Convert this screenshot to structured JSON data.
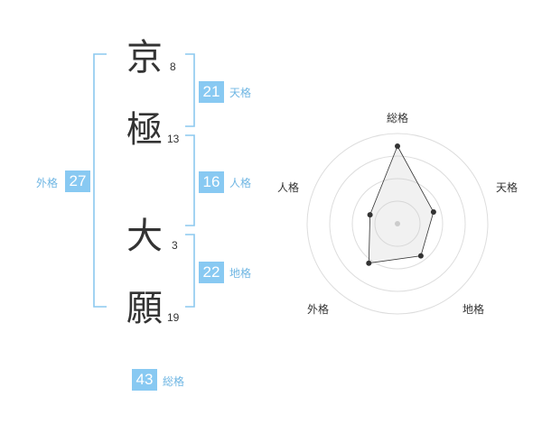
{
  "name": {
    "characters": [
      {
        "char": "京",
        "strokes": "8"
      },
      {
        "char": "極",
        "strokes": "13"
      },
      {
        "char": "大",
        "strokes": "3"
      },
      {
        "char": "願",
        "strokes": "19"
      }
    ]
  },
  "fortunes": {
    "tenkaku": {
      "value": "21",
      "label": "天格"
    },
    "jinkaku": {
      "value": "16",
      "label": "人格"
    },
    "chikaku": {
      "value": "22",
      "label": "地格"
    },
    "gaikaku": {
      "value": "27",
      "label": "外格"
    },
    "soukaku": {
      "value": "43",
      "label": "総格"
    }
  },
  "colors": {
    "accent": "#88c9f2",
    "bracket": "#8cc8ef",
    "text": "#333333"
  },
  "chart_data": {
    "type": "radar",
    "axes": [
      "総格",
      "天格",
      "地格",
      "外格",
      "人格"
    ],
    "values": [
      43,
      21,
      22,
      27,
      16
    ],
    "levels": 4,
    "grid": true
  }
}
